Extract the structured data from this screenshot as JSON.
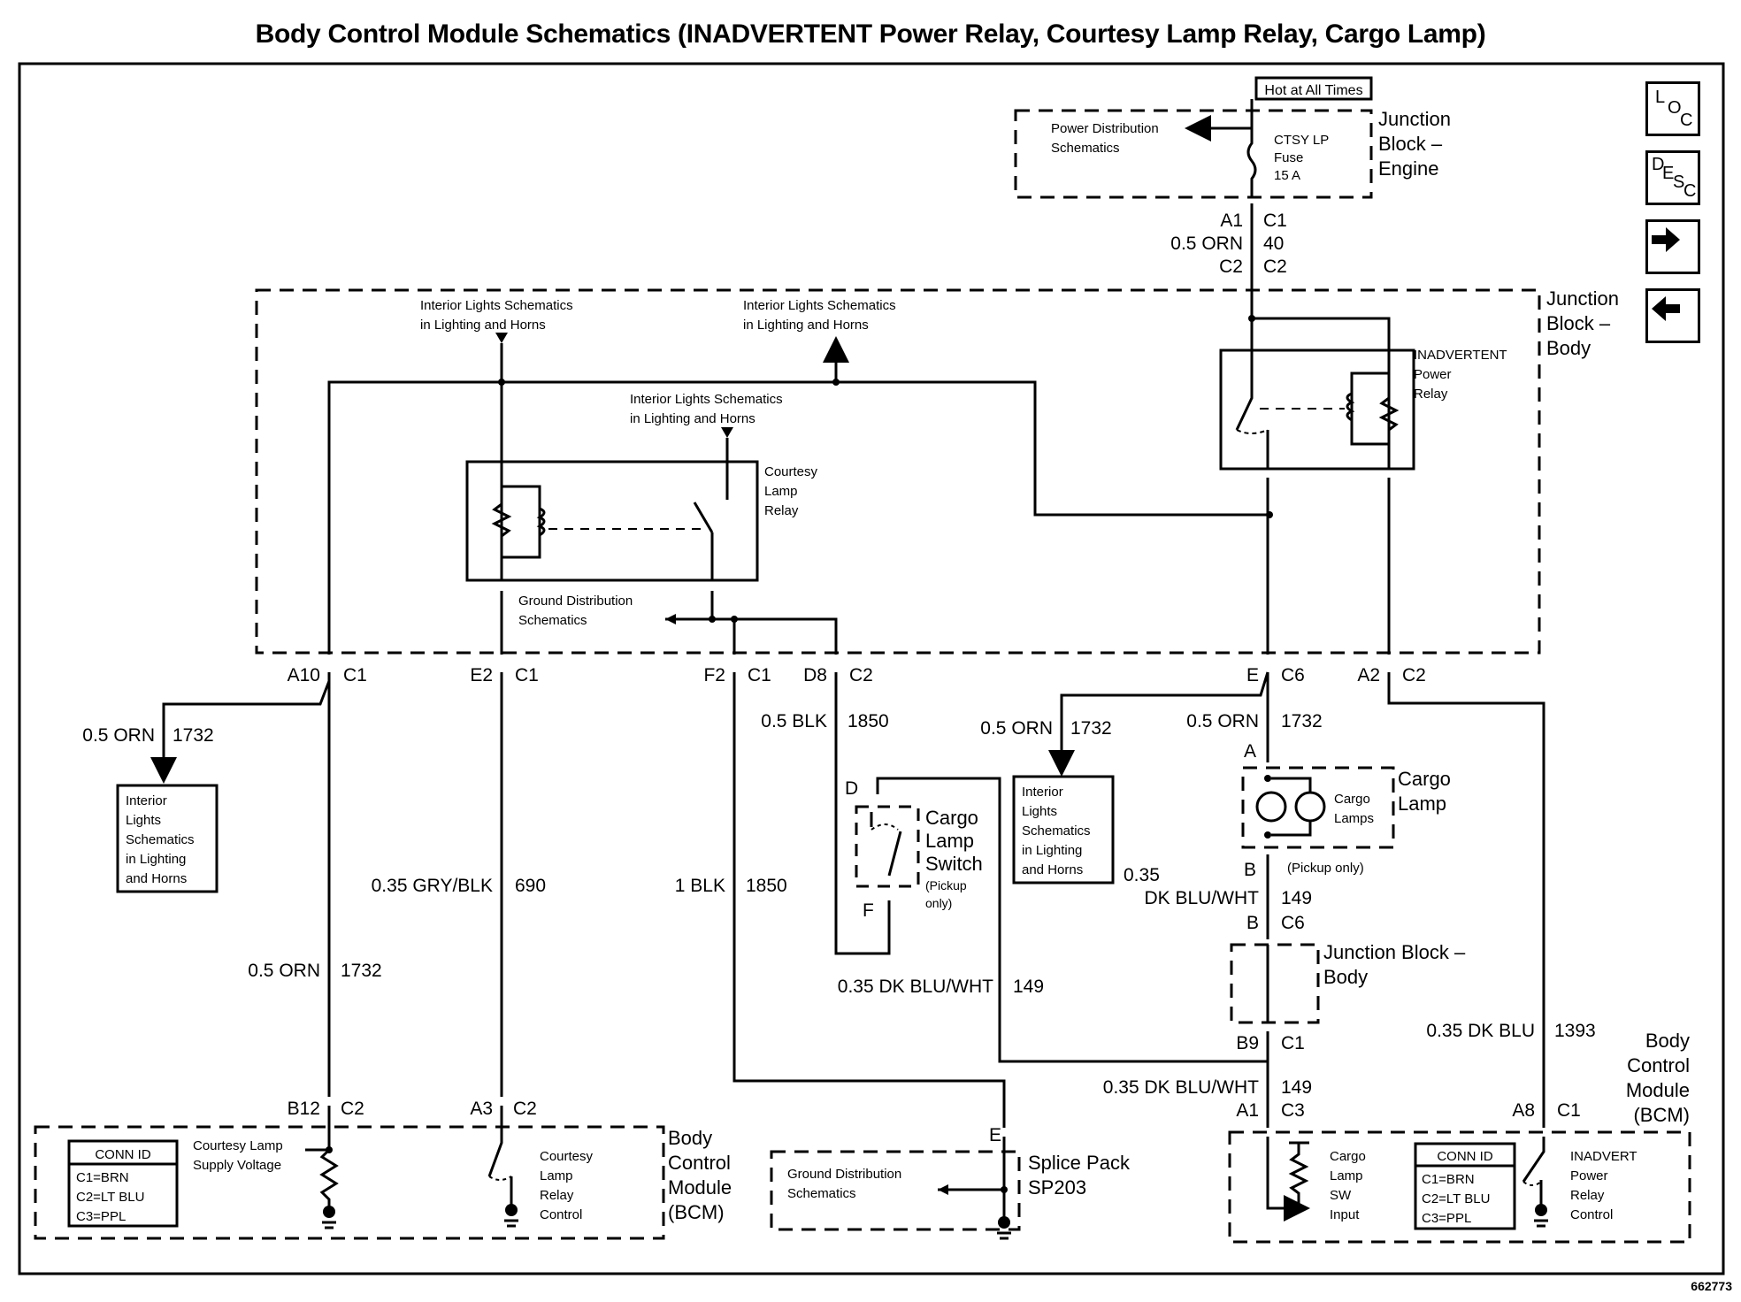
{
  "title": "Body Control Module Schematics (INADVERTENT Power Relay, Courtesy Lamp Relay, Cargo Lamp)",
  "figure_id": "662773",
  "nav": {
    "loc_label": [
      "L",
      "O",
      "C"
    ],
    "desc_label": [
      "D",
      "E",
      "S",
      "C"
    ],
    "next_icon": "arrow-right",
    "prev_icon": "arrow-left"
  },
  "junction_block_engine": {
    "hot_label": "Hot at All Times",
    "name_lines": [
      "Junction",
      "Block –",
      "Engine"
    ],
    "power_dist_lines": [
      "Power Distribution",
      "Schematics"
    ],
    "fuse_lines": [
      "CTSY LP",
      "Fuse",
      "15 A"
    ],
    "conn_left_top": "A1",
    "conn_right_top": "C1",
    "wire_color": "0.5 ORN",
    "circuit": "40",
    "conn_left_bottom": "C2",
    "conn_right_bottom": "C2"
  },
  "junction_block_body": {
    "name_lines": [
      "Junction",
      "Block –",
      "Body"
    ],
    "interior_ref_1": [
      "Interior Lights Schematics",
      "in Lighting and Horns"
    ],
    "interior_ref_2": [
      "Interior Lights Schematics",
      "in Lighting  and Horns"
    ],
    "interior_ref_3": [
      "Interior Lights Schematics",
      "in Lighting and Horns"
    ],
    "courtesy_relay_lines": [
      "Courtesy",
      "Lamp",
      "Relay"
    ],
    "inadvertent_relay_lines": [
      "INADVERTENT",
      "Power",
      "Relay"
    ],
    "ground_dist_lines": [
      "Ground Distribution",
      "Schematics"
    ]
  },
  "connectors": {
    "a10": "A10",
    "a10_c": "C1",
    "e2": "E2",
    "e2_c": "C1",
    "f2": "F2",
    "f2_c": "C1",
    "d8": "D8",
    "d8_c": "C2",
    "e": "E",
    "e_c": "C6",
    "a2": "A2",
    "a2_c": "C2"
  },
  "wires": {
    "w_1732_left": {
      "color": "0.5 ORN",
      "circuit": "1732"
    },
    "w_690": {
      "color": "0.35 GRY/BLK",
      "circuit": "690"
    },
    "w_1732_mid": {
      "color": "0.5 ORN",
      "circuit": "1732"
    },
    "w_1850_d8": {
      "color": "0.5 BLK",
      "circuit": "1850"
    },
    "w_1850_f2": {
      "color": "1 BLK",
      "circuit": "1850"
    },
    "w_1732_ref": {
      "color": "0.5 ORN",
      "circuit": "1732"
    },
    "w_1732_right": {
      "color": "0.5 ORN",
      "circuit": "1732"
    },
    "w_149_upper": {
      "color_lines": [
        "0.35",
        "DK BLU/WHT"
      ],
      "circuit": "149"
    },
    "w_149_switch": {
      "color": "0.35 DK BLU/WHT",
      "circuit": "149"
    },
    "w_149_lower": {
      "color": "0.35 DK BLU/WHT",
      "circuit": "149"
    },
    "w_1393": {
      "color": "0.35 DK BLU",
      "circuit": "1393"
    }
  },
  "interior_ref_box": [
    "Interior",
    "Lights",
    "Schematics",
    "in Lighting",
    "and Horns"
  ],
  "cargo_lamp_switch": {
    "pin_top": "D",
    "pin_bottom": "F",
    "name_lines": [
      "Cargo",
      "Lamp",
      "Switch"
    ],
    "note_lines": [
      "(Pickup",
      "only)"
    ]
  },
  "cargo_lamp": {
    "pin_top": "A",
    "pin_bottom": "B",
    "name_lines": [
      "Cargo",
      "Lamp"
    ],
    "inner_lines": [
      "Cargo",
      "Lamps"
    ],
    "note": "(Pickup only)",
    "conn_b": "B",
    "conn_c6": "C6"
  },
  "jb_body_lower": {
    "name_lines": [
      "Junction Block –",
      "Body"
    ],
    "b9": "B9",
    "b9_c": "C1"
  },
  "bcm_left": {
    "b12": "B12",
    "b12_c": "C2",
    "a3": "A3",
    "a3_c": "C2",
    "name_lines": [
      "Body",
      "Control",
      "Module",
      "(BCM)"
    ],
    "conn_id_header": "CONN ID",
    "conn_id_rows": [
      "C1=BRN",
      "C2=LT BLU",
      "C3=PPL"
    ],
    "supply_lines": [
      "Courtesy Lamp",
      "Supply Voltage"
    ],
    "control_lines": [
      "Courtesy",
      "Lamp",
      "Relay",
      "Control"
    ]
  },
  "splice_pack": {
    "pin": "E",
    "name_lines": [
      "Splice Pack",
      "SP203"
    ],
    "ground_lines": [
      "Ground Distribution",
      "Schematics"
    ]
  },
  "bcm_right": {
    "a1": "A1",
    "a1_c": "C3",
    "a8": "A8",
    "a8_c": "C1",
    "name_lines": [
      "Body",
      "Control",
      "Module",
      "(BCM)"
    ],
    "conn_id_header": "CONN ID",
    "conn_id_rows": [
      "C1=BRN",
      "C2=LT BLU",
      "C3=PPL"
    ],
    "input_lines": [
      "Cargo",
      "Lamp",
      "SW",
      "Input"
    ],
    "control_lines": [
      "INADVERT",
      "Power",
      "Relay",
      "Control"
    ]
  }
}
